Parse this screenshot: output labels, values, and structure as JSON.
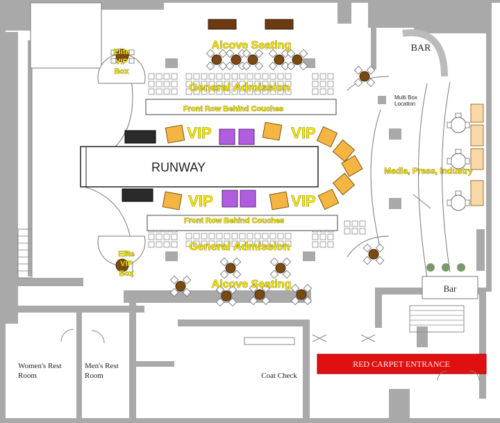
{
  "labels": {
    "runway": "RUNWAY",
    "alcove_top": "Alcove Seating",
    "alcove_bottom": "Alcove Seating",
    "ga_top": "General Admission",
    "ga_bottom": "General Admission",
    "front_row_top": "Front Row Behind Couches",
    "front_row_bottom": "Front Row Behind Couches",
    "vip": "VIP",
    "elite_line1": "Elite",
    "elite_line2": "VIP",
    "elite_line3": "Box",
    "bar_top": "BAR",
    "bar_right": "Bar",
    "multi_box_line1": "Multi Box",
    "multi_box_line2": "Location",
    "media": "Media, Press, Industry",
    "womens_line1": "Women's Rest",
    "womens_line2": "Room",
    "mens_line1": "Men's Rest",
    "mens_line2": "Room",
    "coat_check": "Coat Check",
    "red_carpet": "RED CARPET ENTRANCE"
  },
  "colors": {
    "highlight_text": "#f5e600",
    "vip_chair": "#f4b542",
    "vip_couch": "#b05de0",
    "table": "#7a4a12",
    "red_carpet": "#e01010",
    "wall": "#a9a9a9"
  }
}
